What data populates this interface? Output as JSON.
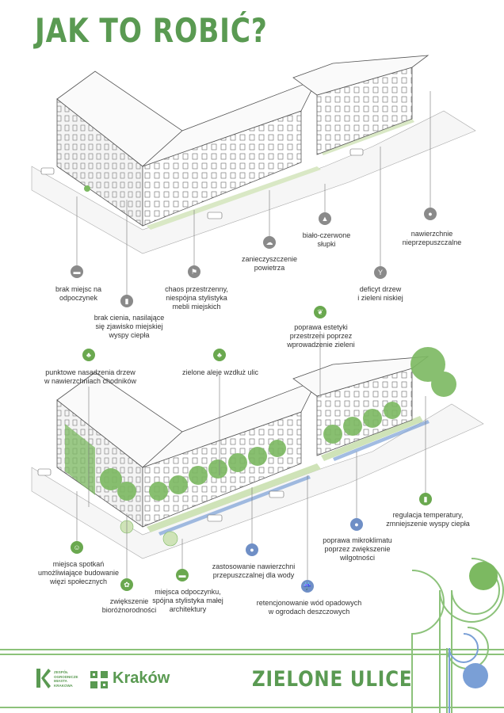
{
  "page_title": "JAK TO ROBIĆ?",
  "colors": {
    "accent_green": "#5a9a52",
    "light_green": "#cfe3b8",
    "tree_green": "#7cb961",
    "water_blue": "#7a9fd6",
    "line_gray": "#8a8a8a"
  },
  "problems": [
    {
      "icon": "bench-icon",
      "text": "brak miejsc na\nodpoczynek"
    },
    {
      "icon": "thermometer-icon",
      "text": "brak cienia,  nasilające\nsię zjawisko miejskiej\nwyspy ciepła"
    },
    {
      "icon": "chairs-icon",
      "text": "chaos przestrzenny,\nniespójna stylistyka\nmebli miejskich"
    },
    {
      "icon": "smog-icon",
      "text": "zanieczyszczenie\npowietrza"
    },
    {
      "icon": "traffic-cone-icon",
      "text": "biało-czerwone\nsłupki"
    },
    {
      "icon": "dry-tree-icon",
      "text": "deficyt drzew\ni zieleni niskiej"
    },
    {
      "icon": "drop-icon",
      "text": "nawierzchnie\nnieprzepuszczalne"
    }
  ],
  "solutions": [
    {
      "icon": "leaf-icon",
      "text": "poprawa estetyki\nprzestrzeni poprzez\nwprowadzenie zieleni"
    },
    {
      "icon": "tree-icon",
      "text": "punktowe nasadzenia drzew\nw nawierzchniach chodników"
    },
    {
      "icon": "trees-icon",
      "text": "zielone aleje wzdłuż ulic"
    },
    {
      "icon": "people-icon",
      "text": "miejsca spotkań\numożliwiające budowanie\nwięzi społecznych"
    },
    {
      "icon": "flower-icon",
      "text": "zwiększenie\nbioróżnorodności"
    },
    {
      "icon": "bench-icon",
      "text": "miejsca odpoczynku,\nspójna stylistyka małej\narchitektury"
    },
    {
      "icon": "permeable-drop-icon",
      "text": "zastosowanie nawierzchni\nprzepuszczalnej dla wody"
    },
    {
      "icon": "rain-garden-icon",
      "text": "retencjonowanie wód opadowych\nw ogrodach deszczowych"
    },
    {
      "icon": "water-drop-icon",
      "text": "poprawa mikroklimatu\npoprzez zwiększenie\nwilgotności"
    },
    {
      "icon": "thermometer-leaf-icon",
      "text": "regulacja temperatury,\nzmniejszenie wyspy ciepła"
    }
  ],
  "footer": {
    "zom_text": "ZESPÓŁ\nOGRODNICZE\nMIASTA\nKRAKOWA",
    "krakow": "Kraków",
    "campaign": "ZIELONE ULICE"
  }
}
